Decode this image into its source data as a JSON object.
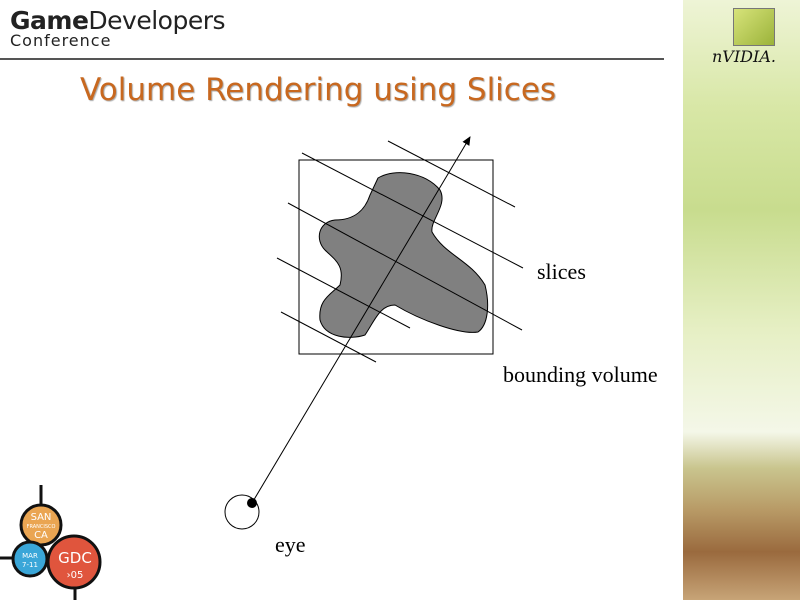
{
  "header": {
    "logo_game": "Game",
    "logo_developers": "Developers",
    "logo_conference": "Conference",
    "sponsor": "nVIDIA."
  },
  "title": "Volume Rendering using Slices",
  "diagram": {
    "labels": {
      "slices": "slices",
      "bounding_volume": "bounding volume",
      "eye": "eye"
    }
  },
  "badge": {
    "city": "SAN",
    "sub": "FRANCISCO",
    "state": "CA",
    "dates_1": "MAR",
    "dates_2": "7-11",
    "event": "GDC",
    "year": "›05"
  },
  "colors": {
    "title": "#c8681f",
    "blob": "#808080"
  }
}
